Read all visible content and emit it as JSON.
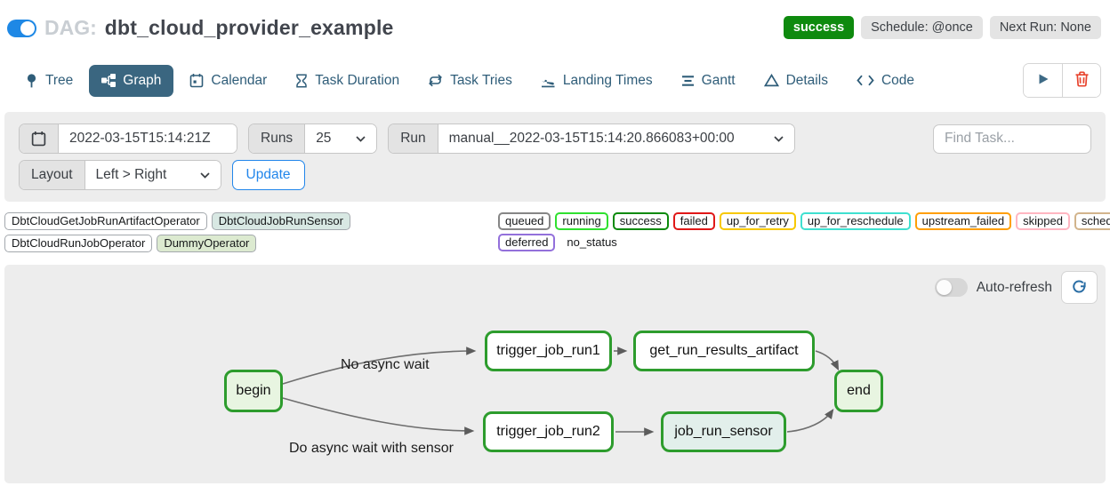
{
  "header": {
    "dag_prefix": "DAG:",
    "dag_title": "dbt_cloud_provider_example",
    "toggle_state": "on",
    "status_badge": "success",
    "status_color": "#0e8a0e",
    "schedule_badge": "Schedule: @once",
    "next_run_badge": "Next Run: None"
  },
  "tabs": [
    {
      "label": "Tree",
      "icon": "tree-pin-icon",
      "active": false
    },
    {
      "label": "Graph",
      "icon": "graph-icon",
      "active": true
    },
    {
      "label": "Calendar",
      "icon": "calendar-icon",
      "active": false
    },
    {
      "label": "Task Duration",
      "icon": "hourglass-icon",
      "active": false
    },
    {
      "label": "Task Tries",
      "icon": "repeat-icon",
      "active": false
    },
    {
      "label": "Landing Times",
      "icon": "plane-landing-icon",
      "active": false
    },
    {
      "label": "Gantt",
      "icon": "gantt-bars-icon",
      "active": false
    },
    {
      "label": "Details",
      "icon": "triangle-icon",
      "active": false
    },
    {
      "label": "Code",
      "icon": "code-brackets-icon",
      "active": false
    }
  ],
  "toolbar": {
    "play_icon": "play-icon",
    "delete_icon": "trash-icon"
  },
  "filters": {
    "date_value": "2022-03-15T15:14:21Z",
    "runs_label": "Runs",
    "runs_value": "25",
    "run_label": "Run",
    "run_value": "manual__2022-03-15T15:14:20.866083+00:00",
    "find_task_placeholder": "Find Task...",
    "layout_label": "Layout",
    "layout_value": "Left > Right",
    "update_label": "Update"
  },
  "legend": {
    "operators": [
      {
        "label": "DbtCloudGetJobRunArtifactOperator",
        "bg": "#ffffff"
      },
      {
        "label": "DbtCloudJobRunSensor",
        "bg": "#d8e8e3"
      },
      {
        "label": "DbtCloudRunJobOperator",
        "bg": "#ffffff"
      },
      {
        "label": "DummyOperator",
        "bg": "#dcead0"
      }
    ],
    "statuses": [
      {
        "label": "queued",
        "border": "#868686"
      },
      {
        "label": "running",
        "border": "#2fe02f"
      },
      {
        "label": "success",
        "border": "#0b8a0b"
      },
      {
        "label": "failed",
        "border": "#e01818"
      },
      {
        "label": "up_for_retry",
        "border": "#f7c800"
      },
      {
        "label": "up_for_reschedule",
        "border": "#3fe0d0"
      },
      {
        "label": "upstream_failed",
        "border": "#ff9f05"
      },
      {
        "label": "skipped",
        "border": "#ffb6c1"
      },
      {
        "label": "scheduled",
        "border": "#d2b48c"
      },
      {
        "label": "deferred",
        "border": "#9370db"
      },
      {
        "label": "no_status",
        "border": "transparent"
      }
    ]
  },
  "graph": {
    "auto_refresh_label": "Auto-refresh",
    "node_border": "#2d9c2d",
    "edge_color": "#6e6e6e",
    "nodes": [
      {
        "id": "begin",
        "label": "begin",
        "fill": "#e8f5e1"
      },
      {
        "id": "trigger_job_run1",
        "label": "trigger_job_run1",
        "fill": "#ffffff"
      },
      {
        "id": "get_run_results_artifact",
        "label": "get_run_results_artifact",
        "fill": "#ffffff"
      },
      {
        "id": "trigger_job_run2",
        "label": "trigger_job_run2",
        "fill": "#ffffff"
      },
      {
        "id": "job_run_sensor",
        "label": "job_run_sensor",
        "fill": "#e2efeb"
      },
      {
        "id": "end",
        "label": "end",
        "fill": "#e8f5e1"
      }
    ],
    "edges": [
      {
        "from": "begin",
        "to": "trigger_job_run1",
        "label": "No async wait"
      },
      {
        "from": "begin",
        "to": "trigger_job_run2",
        "label": "Do async wait with sensor"
      },
      {
        "from": "trigger_job_run1",
        "to": "get_run_results_artifact",
        "label": ""
      },
      {
        "from": "get_run_results_artifact",
        "to": "end",
        "label": ""
      },
      {
        "from": "trigger_job_run2",
        "to": "job_run_sensor",
        "label": ""
      },
      {
        "from": "job_run_sensor",
        "to": "end",
        "label": ""
      }
    ]
  },
  "colors": {
    "accent_blue": "#2186eb",
    "tab_active_bg": "#3a6680",
    "tab_text": "#2f5d79",
    "toggle_on_blue": "#1e88e5",
    "panel_gray": "#ededed",
    "trash_red": "#e8442e",
    "play_blue": "#3d6a85",
    "refresh_blue": "#2b6ea5"
  }
}
